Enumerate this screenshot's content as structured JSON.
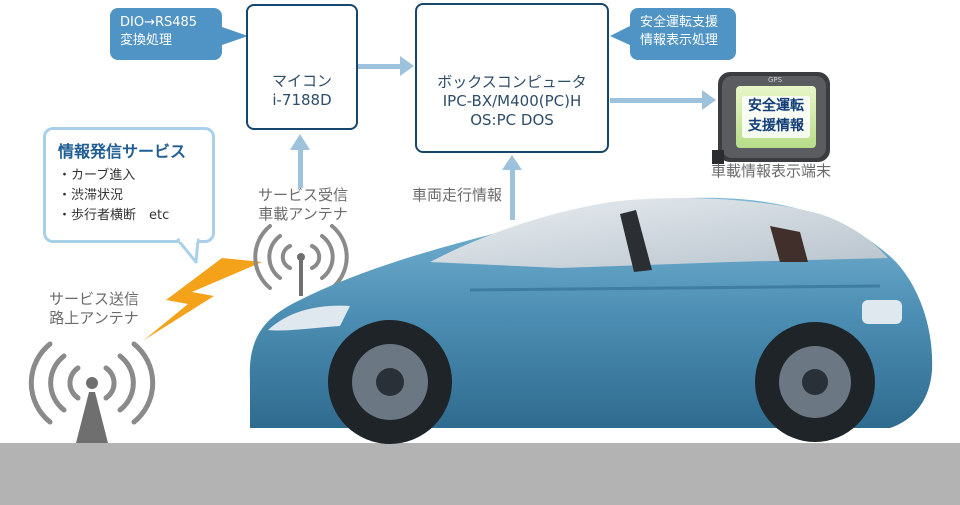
{
  "callouts": {
    "dio": {
      "line1": "DIO→RS485",
      "line2": "変換処理"
    },
    "safety": {
      "line1": "安全運転支援",
      "line2": "情報表示処理"
    }
  },
  "nodes": {
    "micro": {
      "line1": "マイコン",
      "line2": "i-7188D"
    },
    "box": {
      "line1": "ボックスコンピュータ",
      "line2": "IPC-BX/M400(PC)H",
      "line3": "OS:PC DOS"
    }
  },
  "device": {
    "screen_line1": "安全運転",
    "screen_line2": "支援情報",
    "brand": "GPS",
    "caption": "車載情報表示端末"
  },
  "labels": {
    "vehicle_info": "車両走行情報",
    "rx_antenna": {
      "line1": "サービス受信",
      "line2": "車載アンテナ"
    },
    "tx_antenna": {
      "line1": "サービス送信",
      "line2": "路上アンテナ"
    }
  },
  "bubble": {
    "title": "情報発信サービス",
    "items": [
      "・カーブ進入",
      "・渋滞状況",
      "・歩行者横断　etc"
    ]
  },
  "colors": {
    "node_border": "#16466e",
    "arrow": "#9cc2dc",
    "callout": "#4f94c4",
    "car_body": "#5596b8",
    "bolt": "#f3a21a",
    "road": "#b3b3b3"
  }
}
